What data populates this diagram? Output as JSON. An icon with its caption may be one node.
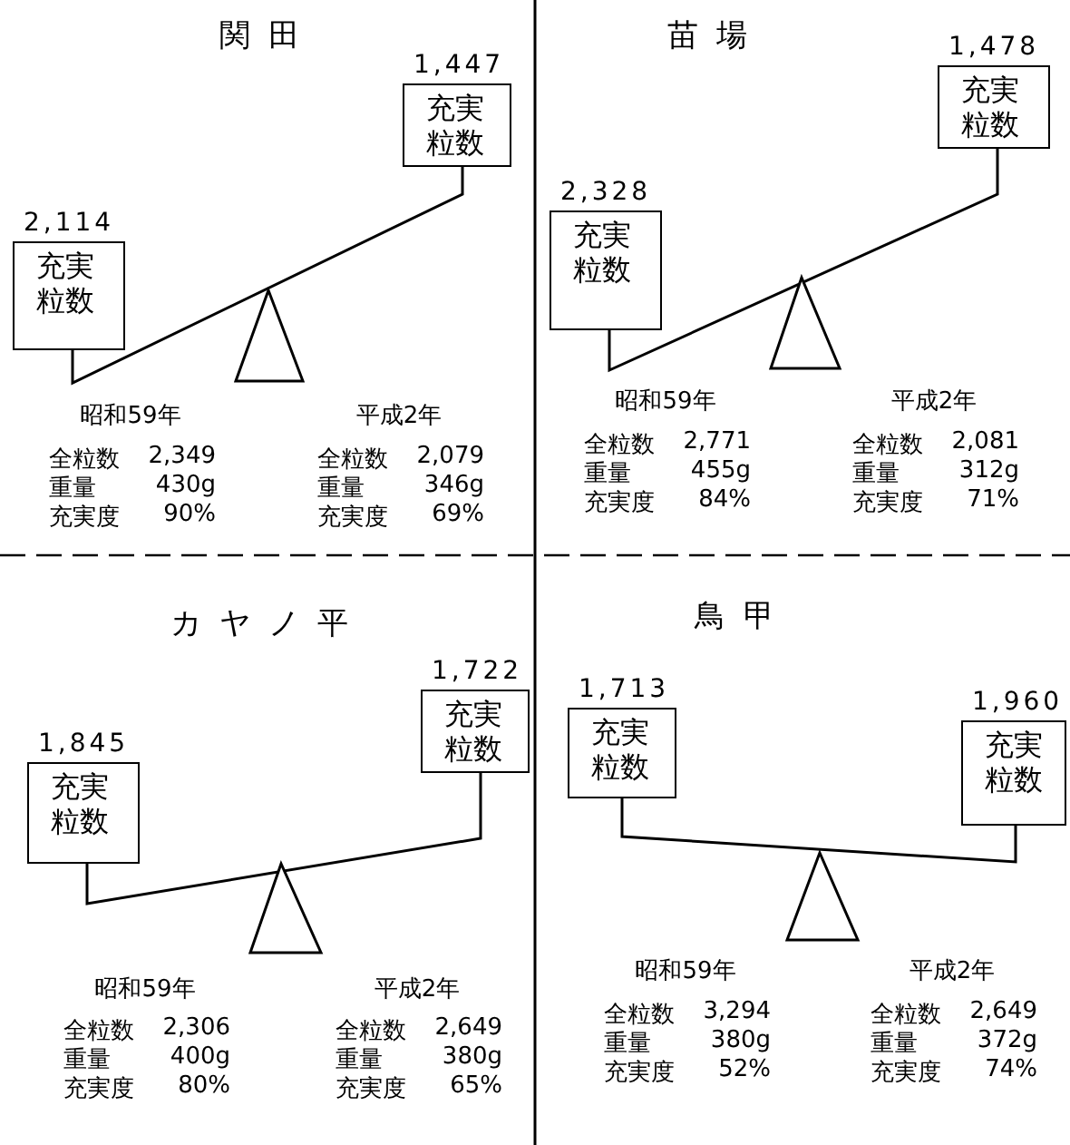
{
  "diagram": {
    "nodes": [
      {
        "text": [
          "充実粒数"
        ],
        "beside": [
          "2,114"
        ]
      },
      {
        "text": [
          "充実粒数"
        ],
        "beside": [
          "1,447"
        ]
      },
      {
        "text": [
          "充実粒数"
        ],
        "beside": [
          "2,328"
        ]
      },
      {
        "text": [
          "充実粒数"
        ],
        "beside": [
          "1,478"
        ]
      },
      {
        "text": [
          "充実粒数"
        ],
        "beside": [
          "1,845"
        ]
      },
      {
        "text": [
          "充実粒数"
        ],
        "beside": [
          "1,722"
        ]
      },
      {
        "text": [
          "充実粒数"
        ],
        "beside": [
          "1,713"
        ]
      },
      {
        "text": [
          "充実粒数"
        ],
        "beside": [
          "1,960"
        ]
      }
    ],
    "edges": [
      {
        "from": 0,
        "to": 1,
        "arrow": "none"
      },
      {
        "from": 2,
        "to": 3,
        "arrow": "none"
      },
      {
        "from": 4,
        "to": 5,
        "arrow": "none"
      },
      {
        "from": 6,
        "to": 7,
        "arrow": "none"
      }
    ],
    "labels": [
      "関田",
      "昭和59年",
      "平成2年",
      "全粒数",
      "2,349",
      "重量",
      "430g",
      "充実度",
      "90%",
      "全粒数",
      "2,079",
      "重量",
      "346g",
      "充実度",
      "69%",
      "苗場",
      "昭和59年",
      "平成2年",
      "全粒数",
      "2,771",
      "重量",
      "455g",
      "充実度",
      "84%",
      "全粒数",
      "2,081",
      "重量",
      "312g",
      "充実度",
      "71%",
      "カヤノ平",
      "昭和59年",
      "平成2年",
      "全粒数",
      "2,306",
      "重量",
      "400g",
      "充実度",
      "80%",
      "全粒数",
      "2,649",
      "重量",
      "380g",
      "充実度",
      "65%",
      "鳥甲",
      "昭和59年",
      "平成2年",
      "全粒数",
      "3,294",
      "重量",
      "380g",
      "充実度",
      "52%",
      "全粒数",
      "2,649",
      "重量",
      "372g",
      "充実度",
      "74%"
    ]
  }
}
